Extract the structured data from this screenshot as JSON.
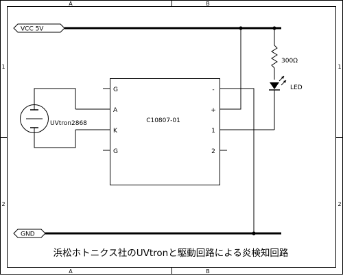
{
  "frame": {
    "columns": [
      "A",
      "B"
    ],
    "rows": [
      "1",
      "2"
    ]
  },
  "nets": {
    "vcc_label": "VCC 5V",
    "gnd_label": "GND"
  },
  "components": {
    "resistor": {
      "value": "300Ω"
    },
    "led": {
      "label": "LED"
    },
    "sensor": {
      "label": "UVtron2868"
    },
    "module": {
      "name": "C10807-01",
      "left_pins": [
        "G",
        "A",
        "K",
        "G"
      ],
      "right_pins": [
        "-",
        "+",
        "1",
        "2"
      ]
    }
  },
  "title": "浜松ホトニクス社のUVtronと駆動回路による炎検知回路"
}
